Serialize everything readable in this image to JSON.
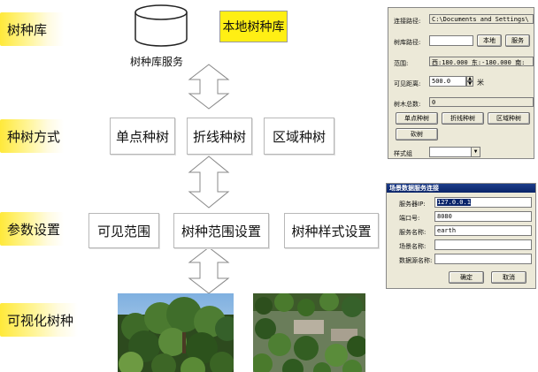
{
  "left_labels": [
    "树种库",
    "种树方式",
    "参数设置",
    "可视化树种"
  ],
  "server_label": "树种库服务",
  "local_lib": "本地树种库",
  "methods": [
    "单点种树",
    "折线种树",
    "区域种树"
  ],
  "params": [
    "可见范围",
    "树种范围设置",
    "树种样式设置"
  ],
  "panel1": {
    "conn_path_label": "连接路径:",
    "conn_path_value": "C:\\Documents and Settings\\",
    "lib_path_label": "树库路径:",
    "lib_path_value": "",
    "btn_local": "本地",
    "btn_service": "服务",
    "range_label": "范围:",
    "range_value": "西:180.000 东:-180.000 南:",
    "visible_label": "可见距离:",
    "visible_value": "500.0",
    "visible_unit": "米",
    "count_label": "树木总数:",
    "count_value": "0",
    "btn_point": "单点种树",
    "btn_line": "折线种树",
    "btn_area": "区域种树",
    "btn_cut": "砍树",
    "style_label": "样式组"
  },
  "panel2": {
    "title": "场景数据服务连接",
    "server_ip_label": "服务器IP:",
    "server_ip_value": "127.0.0.1",
    "port_label": "端口号:",
    "port_value": "8080",
    "service_label": "服务名称:",
    "service_value": "earth",
    "scene_label": "场景名称:",
    "scene_value": "",
    "data_label": "数据源名称:",
    "data_value": "",
    "ok": "确定",
    "cancel": "取消"
  }
}
